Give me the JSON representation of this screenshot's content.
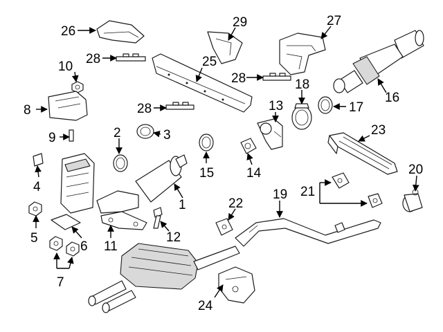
{
  "callouts": [
    {
      "id": "c1",
      "label": "1"
    },
    {
      "id": "c2",
      "label": "2"
    },
    {
      "id": "c3",
      "label": "3"
    },
    {
      "id": "c4",
      "label": "4"
    },
    {
      "id": "c5",
      "label": "5"
    },
    {
      "id": "c6",
      "label": "6"
    },
    {
      "id": "c7",
      "label": "7"
    },
    {
      "id": "c8",
      "label": "8"
    },
    {
      "id": "c9",
      "label": "9"
    },
    {
      "id": "c10",
      "label": "10"
    },
    {
      "id": "c11",
      "label": "11"
    },
    {
      "id": "c12",
      "label": "12"
    },
    {
      "id": "c13",
      "label": "13"
    },
    {
      "id": "c14",
      "label": "14"
    },
    {
      "id": "c15",
      "label": "15"
    },
    {
      "id": "c16",
      "label": "16"
    },
    {
      "id": "c17",
      "label": "17"
    },
    {
      "id": "c18",
      "label": "18"
    },
    {
      "id": "c19",
      "label": "19"
    },
    {
      "id": "c20",
      "label": "20"
    },
    {
      "id": "c21",
      "label": "21"
    },
    {
      "id": "c22",
      "label": "22"
    },
    {
      "id": "c23",
      "label": "23"
    },
    {
      "id": "c24",
      "label": "24"
    },
    {
      "id": "c25",
      "label": "25"
    },
    {
      "id": "c26",
      "label": "26"
    },
    {
      "id": "c27",
      "label": "27"
    },
    {
      "id": "c28a",
      "label": "28"
    },
    {
      "id": "c28b",
      "label": "28"
    },
    {
      "id": "c28c",
      "label": "28"
    },
    {
      "id": "c29",
      "label": "29"
    }
  ]
}
